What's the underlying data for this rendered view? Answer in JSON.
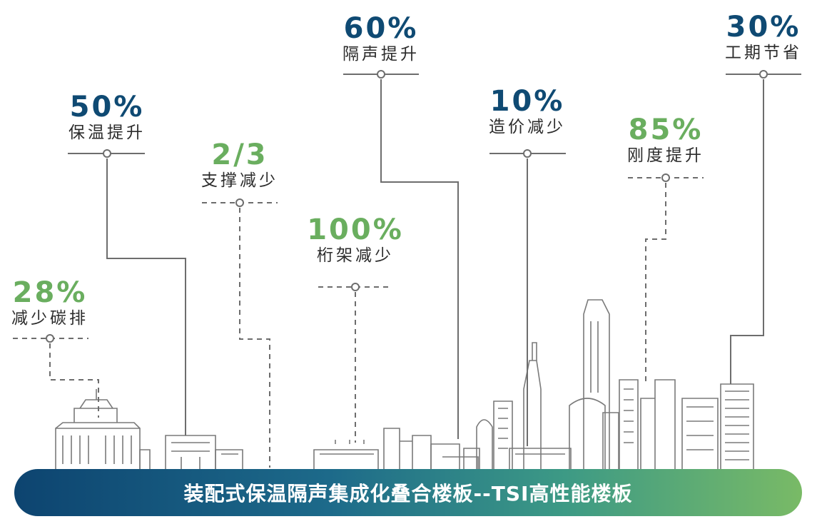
{
  "colors": {
    "dark": "#0f4a73",
    "green": "#6aae5f",
    "line": "#6d6d6d"
  },
  "stats": [
    {
      "value": "28%",
      "label": "减少碳排",
      "accent": "green"
    },
    {
      "value": "50%",
      "label": "保温提升",
      "accent": "dark"
    },
    {
      "value": "2/3",
      "label": "支撑减少",
      "accent": "green"
    },
    {
      "value": "100%",
      "label": "桁架减少",
      "accent": "green"
    },
    {
      "value": "60%",
      "label": "隔声提升",
      "accent": "dark"
    },
    {
      "value": "10%",
      "label": "造价减少",
      "accent": "dark"
    },
    {
      "value": "85%",
      "label": "刚度提升",
      "accent": "green"
    },
    {
      "value": "30%",
      "label": "工期节省",
      "accent": "dark"
    }
  ],
  "banner": {
    "text": "装配式保温隔声集成化叠合楼板--TSI高性能楼板"
  },
  "icons": [
    "city-skyline-icon"
  ]
}
